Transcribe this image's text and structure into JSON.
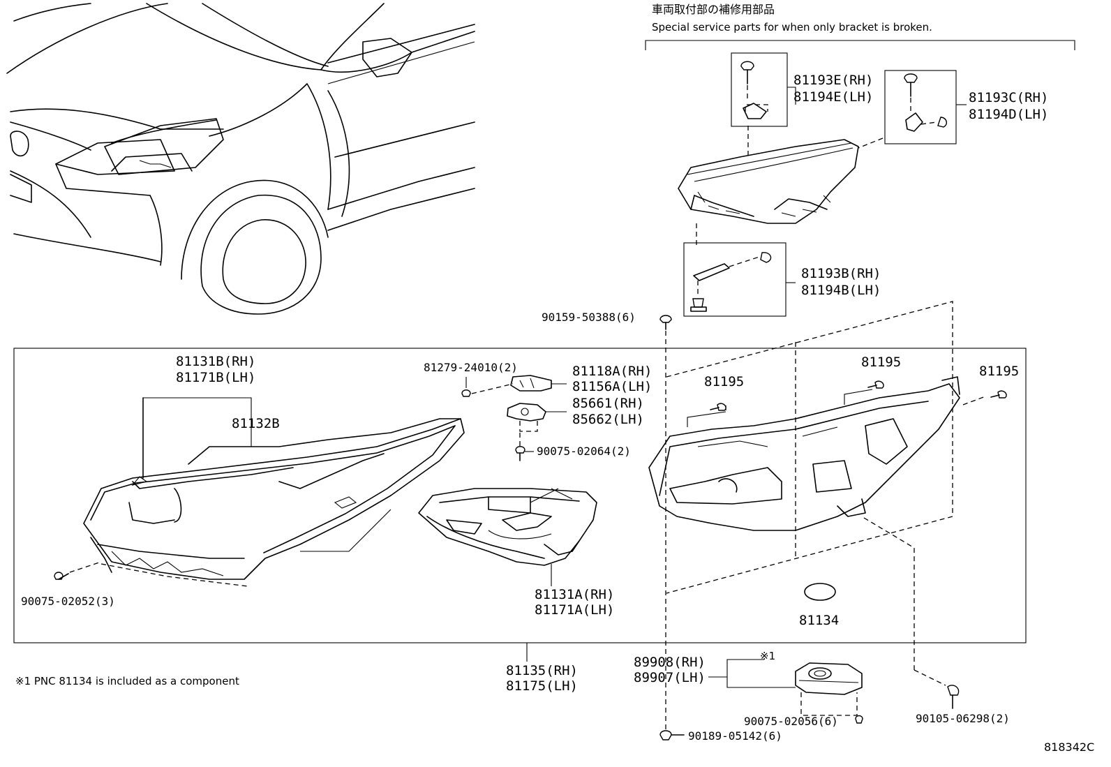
{
  "header": {
    "jp_title": "車両取付部の補修用部品",
    "en_title": "Special service parts for when only bracket is broken."
  },
  "footnote": "※1 PNC 81134 is included as a component",
  "footnote_marker": "※1",
  "diagram_code": "818342C",
  "parts": {
    "p81193E_rh": "81193E(RH)",
    "p81194E_lh": "81194E(LH)",
    "p81193C_rh": "81193C(RH)",
    "p81194D_lh": "81194D(LH)",
    "p81193B_rh": "81193B(RH)",
    "p81194B_lh": "81194B(LH)",
    "p90159": "90159-50388(6)",
    "p81131B_rh": "81131B(RH)",
    "p81171B_lh": "81171B(LH)",
    "p81132B": "81132B",
    "p81279": "81279-24010(2)",
    "p81118A_rh": "81118A(RH)",
    "p81156A_lh": "81156A(LH)",
    "p85661_rh": "85661(RH)",
    "p85662_lh": "85662(LH)",
    "p90075_02064": "90075-02064(2)",
    "p81195_a": "81195",
    "p81195_b": "81195",
    "p81195_c": "81195",
    "p90075_02052": "90075-02052(3)",
    "p81131A_rh": "81131A(RH)",
    "p81171A_lh": "81171A(LH)",
    "p81134": "81134",
    "p81135_rh": "81135(RH)",
    "p81175_lh": "81175(LH)",
    "p89908_rh": "89908(RH)",
    "p89907_lh": "89907(LH)",
    "p90075_02056": "90075-02056(6)",
    "p90105": "90105-06298(2)",
    "p90189": "90189-05142(6)"
  }
}
